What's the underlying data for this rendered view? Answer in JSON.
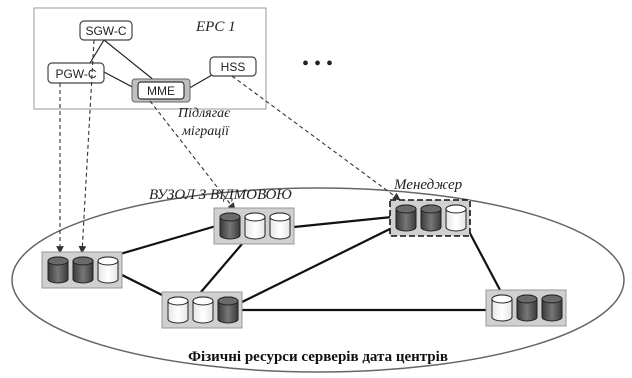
{
  "epc": {
    "title": "EPC 1",
    "ellipsis": "• • •",
    "nodes": {
      "sgw": "SGW-C",
      "pgw": "PGW-C",
      "mme": "MME",
      "hss": "HSS"
    },
    "migration_note_line1": "Підлягає",
    "migration_note_line2": "міграції"
  },
  "datacenter": {
    "failed_node_label": "ВУЗОЛ З ВІДМОВОЮ",
    "manager_label": "Менеджер",
    "caption": "Фізичні ресурси серверів дата центрів"
  },
  "colors": {
    "disk_dark": "#555555",
    "disk_light": "#ffffff",
    "server_bg": "#d0d0d0",
    "line": "#111111"
  }
}
